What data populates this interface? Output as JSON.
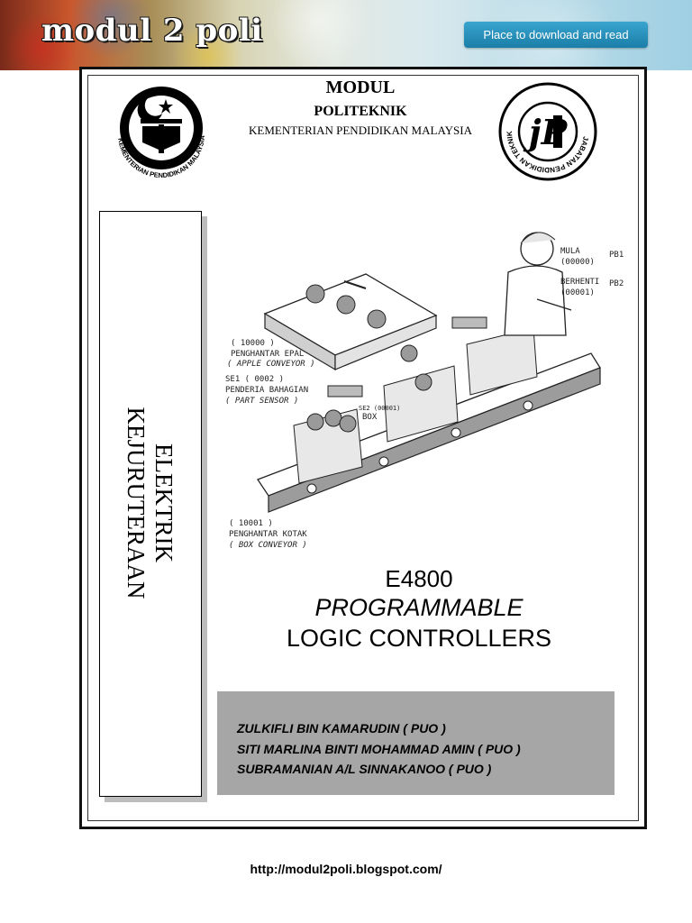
{
  "banner": {
    "brand": "modul 2 poli",
    "cta_label": "Place to download and read"
  },
  "document": {
    "header": {
      "line1": "MODUL",
      "line2": "POLITEKNIK",
      "line3": "KEMENTERIAN PENDIDIKAN MALAYSIA"
    },
    "logo_left": {
      "icon": "ministry-of-education-crest-icon",
      "ring_text": "KEMENTERIAN PENDIDIKAN MALAYSIA"
    },
    "logo_right": {
      "icon": "jpt-logo-icon",
      "ring_text": "JABATAN PENDIDIKAN TEKNIKAL"
    },
    "side_label": {
      "line1": "ELEKTRIK",
      "line2": "KEJURUTERAAN"
    },
    "illustration": {
      "labels": {
        "mula": "MULA",
        "mula_code": "(00000)",
        "pb1": "PB1",
        "berhenti": "BERHENTI",
        "berhenti_code": "(00001)",
        "pb2": "PB2",
        "apple_code": "( 10000 )",
        "apple_name": "PENGHANTAR EPAL",
        "apple_en": "( APPLE CONVEYOR )",
        "sensor_code": "SE1 ( 0002 )",
        "sensor_name": "PENDERIA BAHAGIAN",
        "sensor_en": "( PART SENSOR )",
        "se2": "SE2 (00001)",
        "box": "BOX",
        "box_code": "( 10001 )",
        "box_name": "PENGHANTAR KOTAK",
        "box_en": "( BOX CONVEYOR )"
      }
    },
    "title": {
      "code": "E4800",
      "name": "PROGRAMMABLE",
      "subtitle": "LOGIC CONTROLLERS"
    },
    "authors": [
      "ZULKIFLI BIN KAMARUDIN ( PUO )",
      "SITI  MARLINA BINTI MOHAMMAD AMIN ( PUO )",
      "SUBRAMANIAN A/L SINNAKANOO ( PUO )"
    ]
  },
  "footer": {
    "url": "http://modul2poli.blogspot.com/"
  }
}
